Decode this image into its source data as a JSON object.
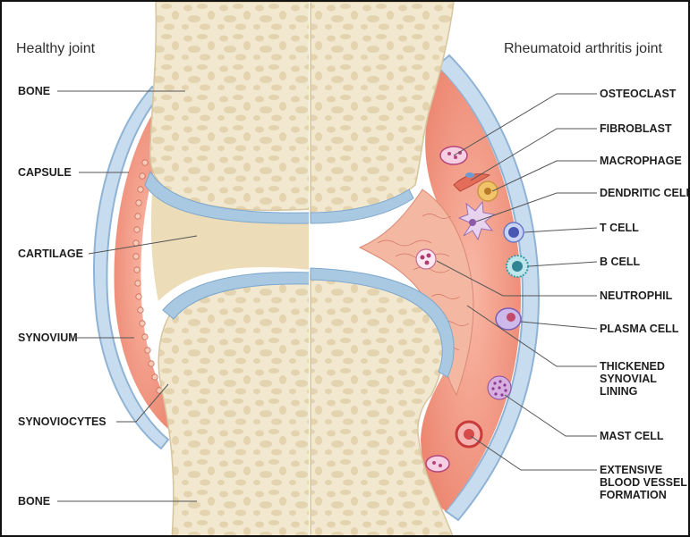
{
  "headings": {
    "left": "Healthy joint",
    "right": "Rheumatoid arthritis joint"
  },
  "left_labels": {
    "bone_top": "BONE",
    "capsule": "CAPSULE",
    "cartilage": "CARTILAGE",
    "synovium": "SYNOVIUM",
    "synoviocytes": "SYNOVIOCYTES",
    "bone_bottom": "BONE"
  },
  "right_labels": {
    "osteoclast": "OSTEOCLAST",
    "fibroblast": "FIBROBLAST",
    "macrophage": "MACROPHAGE",
    "dendritic_cell": "DENDRITIC CELL",
    "t_cell": "T CELL",
    "b_cell": "B CELL",
    "neutrophil": "NEUTROPHIL",
    "plasma_cell": "PLASMA CELL",
    "thickened_synovial_lining": "THICKENED\nSYNOVIAL\nLINING",
    "mast_cell": "MAST CELL",
    "extensive_blood_vessel_formation": "EXTENSIVE\nBLOOD VESSEL\nFORMATION"
  },
  "colors": {
    "bone": "#f2e8cf",
    "bone_pore": "#e3d3ae",
    "cartilage_blue": "#a9c9e3",
    "capsule_blue": "#c8dcef",
    "synovium_red": "#ee8a74",
    "inflamed_fill": "#f5a590",
    "cartilage_tan": "#ecdcb8"
  }
}
